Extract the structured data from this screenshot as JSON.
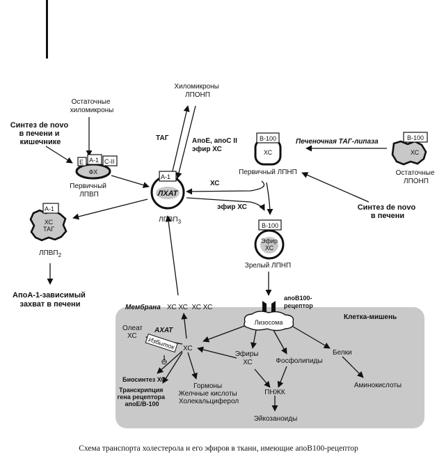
{
  "labels": {
    "ostatochnye_hilomikrony": [
      "Остаточные",
      "хиломикроны"
    ],
    "sintez_kishechnik": [
      "Синтез de novo",
      "в печени и",
      "кишечнике"
    ],
    "hilomikrony_lponp": [
      "Хиломикроны",
      "ЛПОНП"
    ],
    "tag": "ТАГ",
    "apoe_apoc": [
      "АпоЕ, апоС II",
      "эфир ХС"
    ],
    "pechenochnaya_lipaza": "Печеночная ТАГ-липаза",
    "e": "Е",
    "a1": "А-1",
    "c2": "С-II",
    "fh": "ФХ",
    "pervichny_lpvp": [
      "Первичный",
      "ЛПВП"
    ],
    "lhat": "ЛХАТ",
    "lpvp3": "ЛПВП",
    "lpvp3_sub": "3",
    "hs": "ХС",
    "efir_hs": "эфир ХС",
    "b100": "В-100",
    "pervichny_lpnp": "Первичный ЛПНП",
    "ostatochnye_lponp": [
      "Остаточные",
      "ЛПОНП"
    ],
    "sintez_pecheni": [
      "Синтез de novo",
      "в печени"
    ],
    "tag_short": "ТАГ",
    "lpvp2": "ЛПВП",
    "lpvp2_sub": "2",
    "efir": "Эфир",
    "zrely_lpnp": "Зрелый ЛПНП",
    "apoa1_zahvat": [
      "АпоА-1-зависимый",
      "захват в печени"
    ],
    "apob100_receptor": [
      "апоВ100-",
      "рецептор"
    ],
    "membrana": "Мембрана",
    "hs_row": "ХС ХС  ХС ХС",
    "kletka_mishen": "Клетка-мишень",
    "lizosoma": "Лизосома",
    "oleat_hs": [
      "Олеат",
      "ХС"
    ],
    "ahat": "АХАТ",
    "izbytok": "Избыток",
    "efiry_hs": [
      "Эфиры",
      "ХС"
    ],
    "fosfolipidy": "Фосфолипиды",
    "belki": "Белки",
    "minus": "⊖",
    "biosintez_hs": "Биосинтез ХС",
    "transkripciya": [
      "Транскрипция",
      "гена рецептора",
      "апоЕ/В-100"
    ],
    "gormony": [
      "Гормоны",
      "Желчные кислоты",
      "Холекальциферол"
    ],
    "pnzhk": "ПНЖК",
    "aminokisloty": "Аминокислоты",
    "eikozanoidy": "Эйкозаноиды"
  },
  "caption": "Схема транспорта холестерола и его эфиров в ткани, имеющие апоВ100-рецептор",
  "colors": {
    "cell_bg": "#c9c9c9",
    "inner_fill": "#c8c8c8",
    "line": "#111111"
  }
}
